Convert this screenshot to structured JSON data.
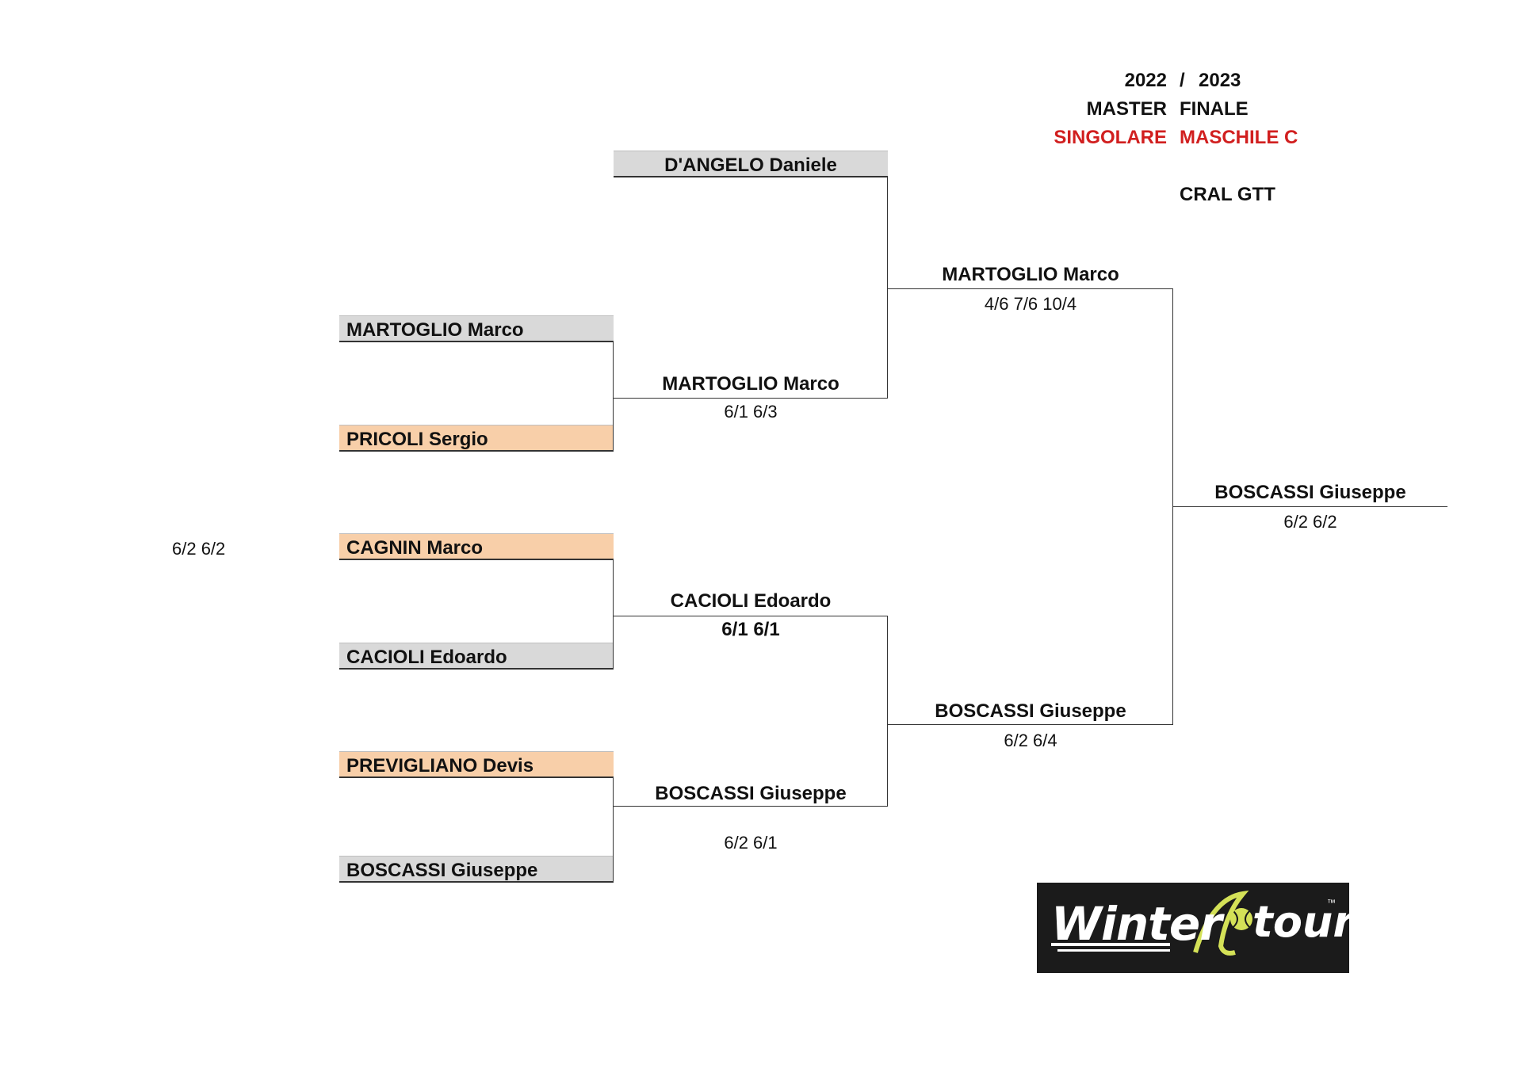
{
  "header": {
    "year_start": "2022",
    "slash": "/",
    "year_end": "2023",
    "event_left": "MASTER",
    "event_right": "FINALE",
    "category_left": "SINGOLARE",
    "category_right": "MASCHILE C",
    "club": "CRAL GTT"
  },
  "first_round": [
    {
      "name": "MARTOGLIO Marco"
    },
    {
      "name": "PRICOLI Sergio"
    },
    {
      "name": "CAGNIN Marco"
    },
    {
      "name": "CACIOLI Edoardo"
    },
    {
      "name": "PREVIGLIANO Devis"
    },
    {
      "name": "BOSCASSI Giuseppe"
    }
  ],
  "bye_player": "D'ANGELO Daniele",
  "stray_score": "6/2 6/2",
  "quarterfinals": [
    {
      "winner": "MARTOGLIO Marco",
      "score": "6/1 6/3"
    },
    {
      "winner": "CACIOLI Edoardo",
      "score": "6/1 6/1"
    },
    {
      "winner": "BOSCASSI Giuseppe",
      "score": "6/2 6/1"
    }
  ],
  "semifinals": [
    {
      "winner": "MARTOGLIO Marco",
      "score": "4/6 7/6 10/4"
    },
    {
      "winner": "BOSCASSI Giuseppe",
      "score": "6/2 6/4"
    }
  ],
  "final": {
    "winner": "BOSCASSI Giuseppe",
    "score": "6/2 6/2"
  },
  "logo": {
    "text_left": "Winter",
    "text_right": "tour",
    "tm": "™",
    "accent_color": "#d4e157"
  }
}
